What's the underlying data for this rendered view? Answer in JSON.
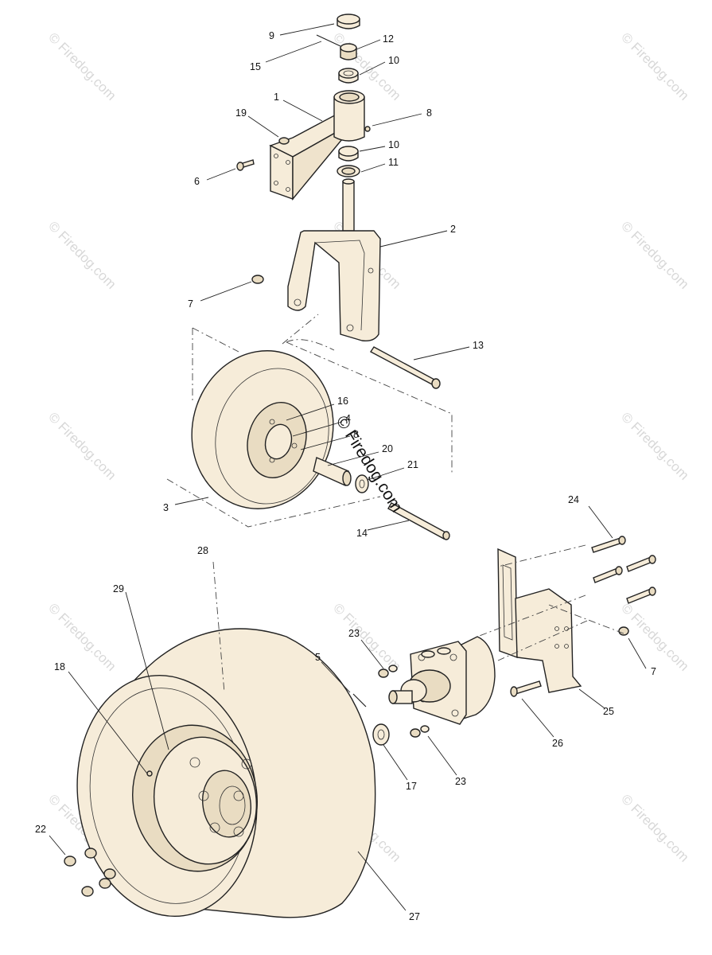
{
  "watermark": {
    "text": "© Firedog.com",
    "color": "#d0d0d0",
    "center_text": "© Firedog.com"
  },
  "part_labels": [
    {
      "id": "label-9",
      "text": "9"
    },
    {
      "id": "label-12",
      "text": "12"
    },
    {
      "id": "label-15",
      "text": "15"
    },
    {
      "id": "label-10-top",
      "text": "10"
    },
    {
      "id": "label-1",
      "text": "1"
    },
    {
      "id": "label-19",
      "text": "19"
    },
    {
      "id": "label-8-top",
      "text": "8"
    },
    {
      "id": "label-10-mid",
      "text": "10"
    },
    {
      "id": "label-11",
      "text": "11"
    },
    {
      "id": "label-6",
      "text": "6"
    },
    {
      "id": "label-2",
      "text": "2"
    },
    {
      "id": "label-7-left",
      "text": "7"
    },
    {
      "id": "label-13",
      "text": "13"
    },
    {
      "id": "label-16",
      "text": "16"
    },
    {
      "id": "label-4",
      "text": "4"
    },
    {
      "id": "label-8-mid",
      "text": "8"
    },
    {
      "id": "label-20",
      "text": "20"
    },
    {
      "id": "label-21",
      "text": "21"
    },
    {
      "id": "label-3",
      "text": "3"
    },
    {
      "id": "label-14",
      "text": "14"
    },
    {
      "id": "label-24",
      "text": "24"
    },
    {
      "id": "label-28",
      "text": "28"
    },
    {
      "id": "label-29",
      "text": "29"
    },
    {
      "id": "label-23-top",
      "text": "23"
    },
    {
      "id": "label-5",
      "text": "5"
    },
    {
      "id": "label-7-right",
      "text": "7"
    },
    {
      "id": "label-18",
      "text": "18"
    },
    {
      "id": "label-25",
      "text": "25"
    },
    {
      "id": "label-26",
      "text": "26"
    },
    {
      "id": "label-17",
      "text": "17"
    },
    {
      "id": "label-23-bottom",
      "text": "23"
    },
    {
      "id": "label-22",
      "text": "22"
    },
    {
      "id": "label-27",
      "text": "27"
    }
  ]
}
